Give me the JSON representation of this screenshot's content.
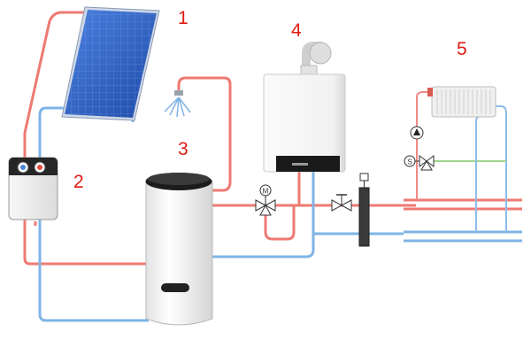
{
  "labels": {
    "collector": "1",
    "station": "2",
    "tank": "3",
    "boiler": "4",
    "radiator": "5"
  },
  "icons": {
    "motor_valve_letter": "M",
    "mixer_letter": "S"
  },
  "colors": {
    "label": "#e01a12",
    "flow": "#ee7a73",
    "return": "#7fb4e6",
    "collector_glass": "#2f63c9",
    "unit_body": "#f4f4f4"
  }
}
